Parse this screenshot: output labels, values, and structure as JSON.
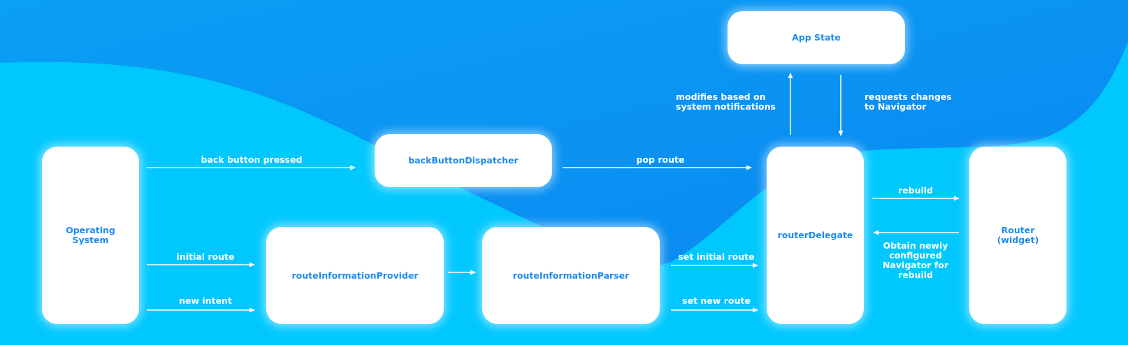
{
  "colors": {
    "background_light": "#00c8ff",
    "background_dark": "#0a8af2",
    "node_fill": "#ffffff",
    "node_text": "#1e8cf0",
    "edge": "#ffffff"
  },
  "nodes": {
    "app_state": "App State",
    "operating_system": "Operating\nSystem",
    "back_button_dispatcher": "backButtonDispatcher",
    "route_information_provider": "routeInformationProvider",
    "route_information_parser": "routeInformationParser",
    "router_delegate": "routerDelegate",
    "router_widget": "Router\n(widget)"
  },
  "edges": {
    "back_button_pressed": "back button pressed",
    "pop_route": "pop route",
    "initial_route": "initial route",
    "new_intent": "new intent",
    "set_initial_route": "set initial route",
    "set_new_route": "set new route",
    "modifies": "modifies based on\nsystem notifications",
    "requests_changes": "requests changes\nto Navigator",
    "rebuild": "rebuild",
    "obtain": "Obtain newly\nconfigured\nNavigator for\nrebuild"
  }
}
